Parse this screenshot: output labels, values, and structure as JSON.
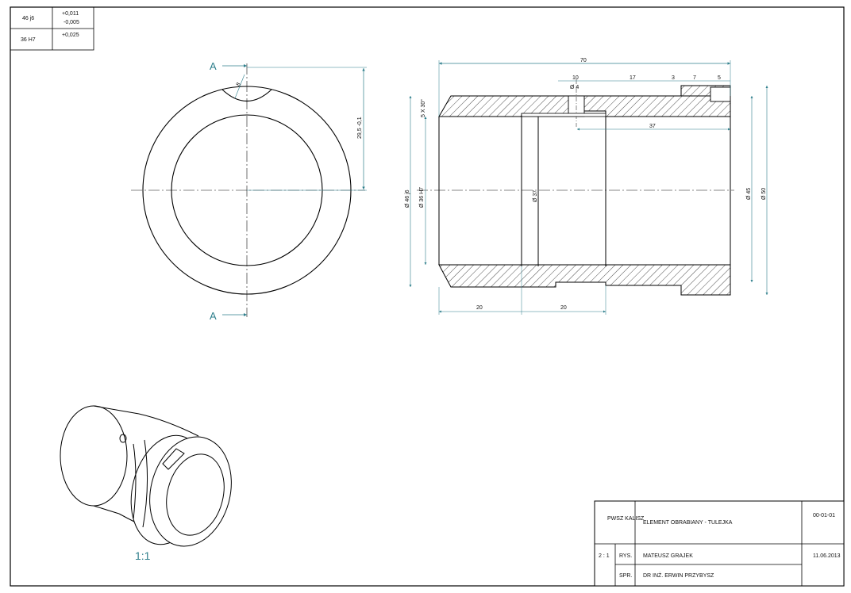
{
  "tolerances": [
    {
      "fit": "46 j6",
      "upper": "+0,011",
      "lower": "-0,005"
    },
    {
      "fit": "36 H7",
      "upper": "+0,025",
      "lower": ""
    }
  ],
  "section_marks": {
    "top": "A",
    "bottom": "A"
  },
  "front_view": {
    "slot_dim": "8",
    "height_dim": "29,5 -0,1"
  },
  "section_view": {
    "overall_length": "70",
    "top_dims": [
      "10",
      "17",
      "3",
      "7",
      "5"
    ],
    "hole_dia": "Ø 4",
    "hole_offset": "37",
    "chamfer": "5 X 30°",
    "outer_dia": "Ø 46 j6",
    "bore_dia": "Ø 36 H7",
    "groove_dia": "Ø 37",
    "step_dia_1": "Ø 45",
    "step_dia_2": "Ø 50",
    "bottom_dims": [
      "20",
      "20"
    ]
  },
  "iso_scale": "1:1",
  "title_block": {
    "school": "PWSZ KALISZ",
    "title": "ELEMENT OBRABIANY - TULEJKA",
    "drawing_no": "00-01-01",
    "scale": "2 : 1",
    "drawn_label": "RYS.",
    "drawn_by": "MATEUSZ GRAJEK",
    "date": "11.06.2013",
    "checked_label": "SPR.",
    "checked_by": "DR INŻ. ERWIN PRZYBYSZ"
  }
}
